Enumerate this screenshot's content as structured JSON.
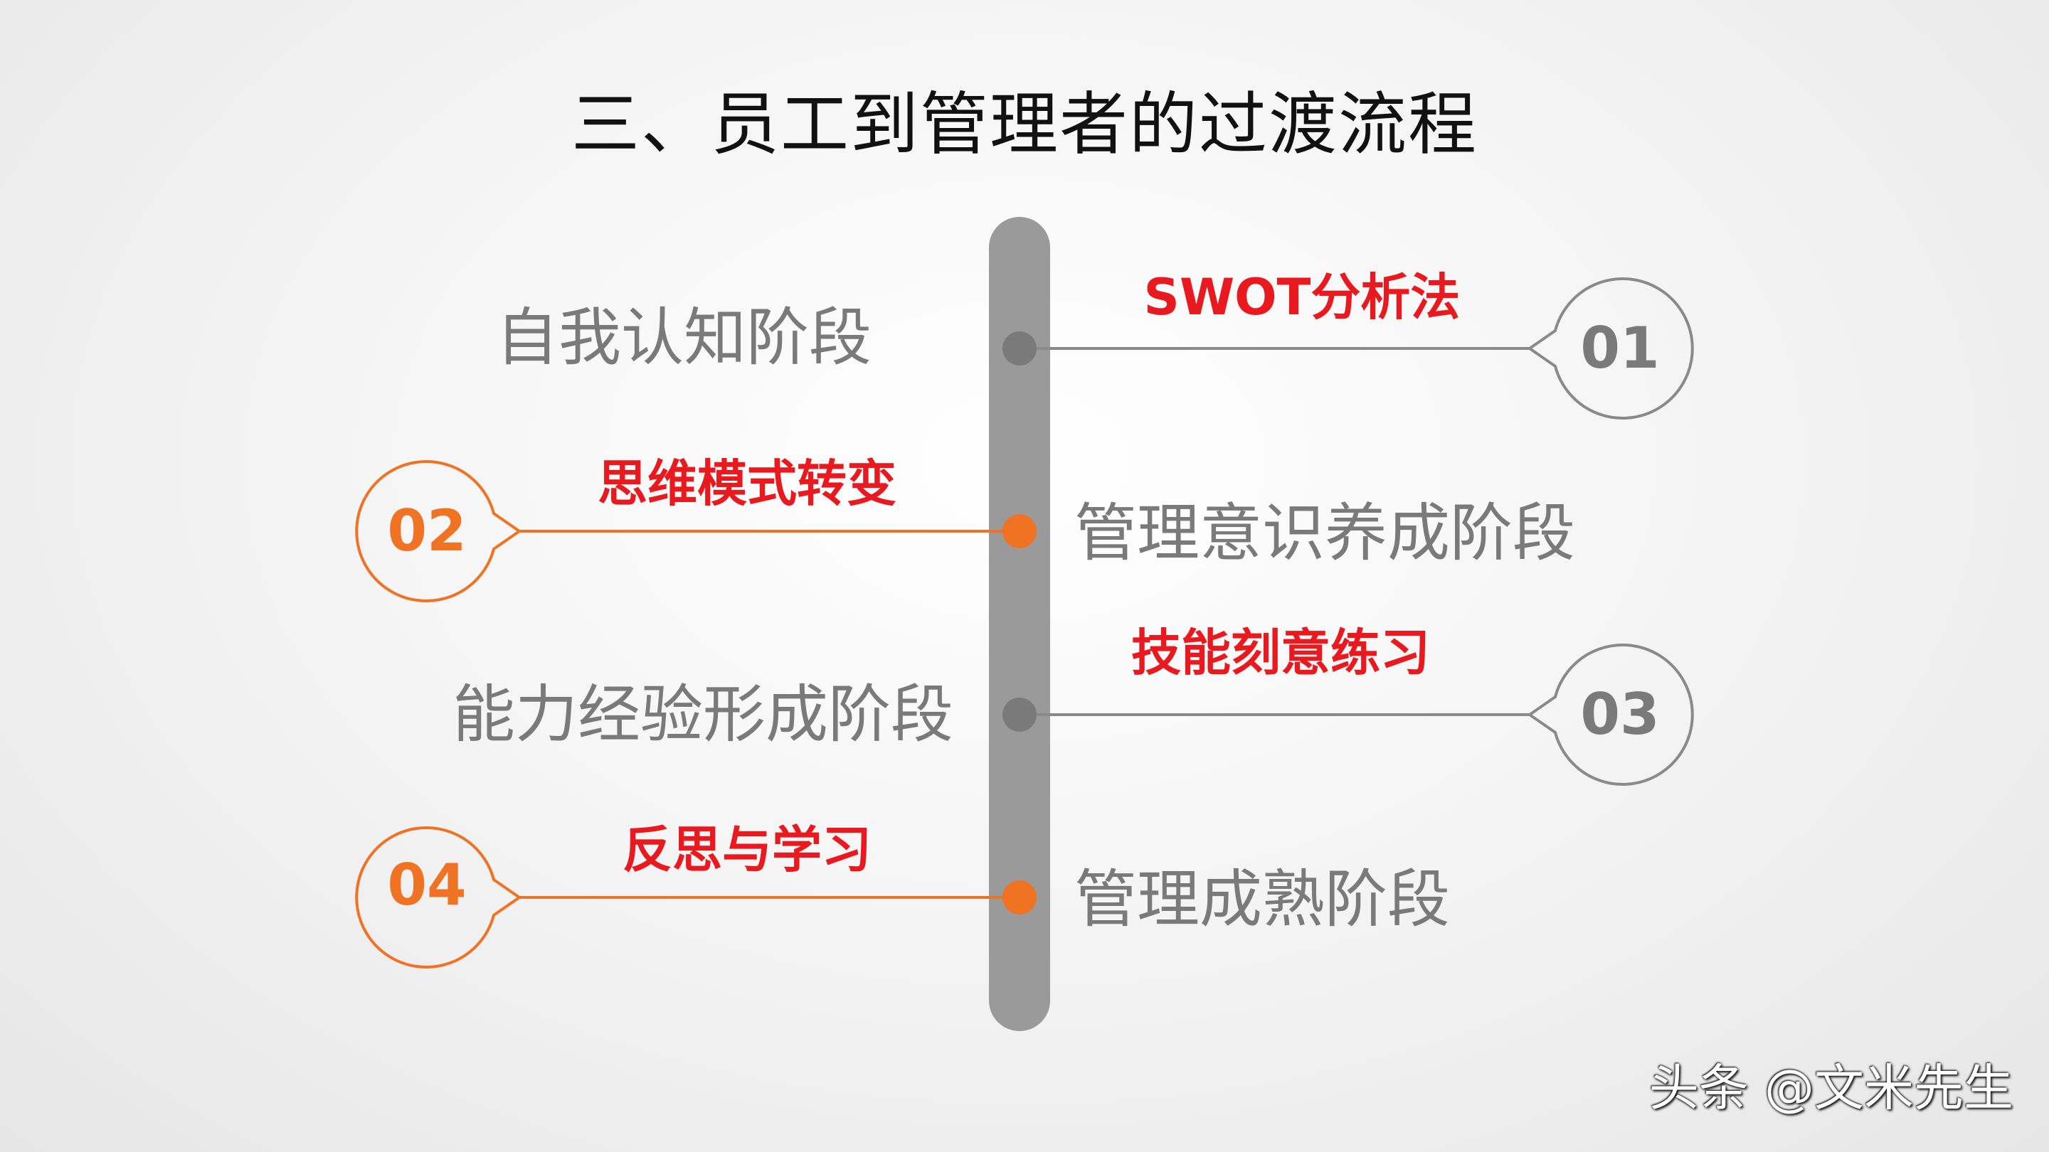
{
  "title": "三、员工到管理者的过渡流程",
  "colors": {
    "gray": "#7f7f7f",
    "orange": "#f07324",
    "red": "#e8191f",
    "spine": "#9a9a9a"
  },
  "steps": [
    {
      "number": "01",
      "stage": "自我认知阶段",
      "method": "SWOT分析法",
      "accent": "gray",
      "stage_side": "left"
    },
    {
      "number": "02",
      "stage": "管理意识养成阶段",
      "method": "思维模式转变",
      "accent": "orange",
      "stage_side": "right"
    },
    {
      "number": "03",
      "stage": "能力经验形成阶段",
      "method": "技能刻意练习",
      "accent": "gray",
      "stage_side": "left"
    },
    {
      "number": "04",
      "stage": "管理成熟阶段",
      "method": "反思与学习",
      "accent": "orange",
      "stage_side": "right"
    }
  ],
  "watermark": "头条 @文米先生"
}
